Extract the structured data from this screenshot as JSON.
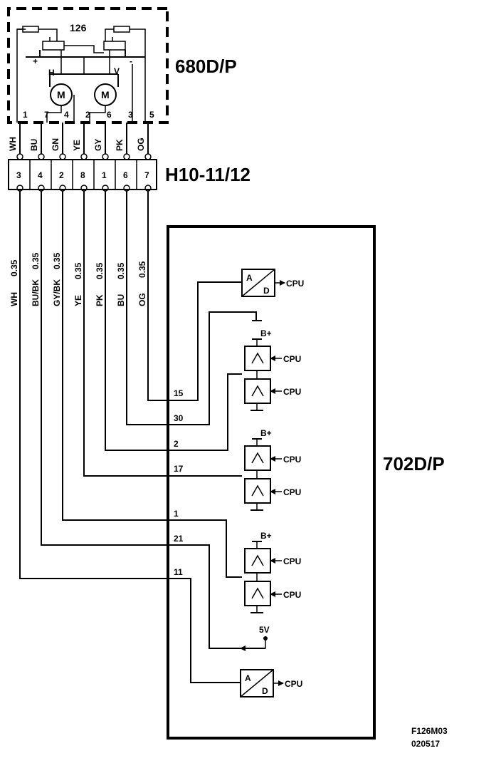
{
  "components": {
    "switch_unit": {
      "label": "680D/P",
      "number": "126",
      "pos_sign": "+",
      "neg_sign": "-",
      "motor_h_label": "H",
      "motor_v_label": "V",
      "motor_symbol": "M"
    },
    "connector": {
      "label": "H10-11/12"
    },
    "control_unit": {
      "label": "702D/P"
    }
  },
  "switch_pins": [
    {
      "pin": "1",
      "color": "WH"
    },
    {
      "pin": "7",
      "color": "BU"
    },
    {
      "pin": "4",
      "color": "GN"
    },
    {
      "pin": "2",
      "color": "YE"
    },
    {
      "pin": "6",
      "color": "GY"
    },
    {
      "pin": "3",
      "color": "PK"
    },
    {
      "pin": "5",
      "color": "OG"
    }
  ],
  "connector_pins": [
    "3",
    "4",
    "2",
    "8",
    "1",
    "6",
    "7"
  ],
  "harness_wires": [
    {
      "color": "WH",
      "size": "0.35",
      "ecu_pin": "11"
    },
    {
      "color": "BU/BK",
      "size": "0.35",
      "ecu_pin": "21"
    },
    {
      "color": "GY/BK",
      "size": "0.35",
      "ecu_pin": "1"
    },
    {
      "color": "YE",
      "size": "0.35",
      "ecu_pin": "17"
    },
    {
      "color": "PK",
      "size": "0.35",
      "ecu_pin": "2"
    },
    {
      "color": "BU",
      "size": "0.35",
      "ecu_pin": "30"
    },
    {
      "color": "OG",
      "size": "0.35",
      "ecu_pin": "15"
    }
  ],
  "ecu_internal": {
    "adc_a": "A",
    "adc_d": "D",
    "cpu_label": "CPU",
    "supply_label": "B+",
    "ref_label": "5V"
  },
  "footer": {
    "figure_id": "F126M03",
    "date_code": "020517"
  }
}
